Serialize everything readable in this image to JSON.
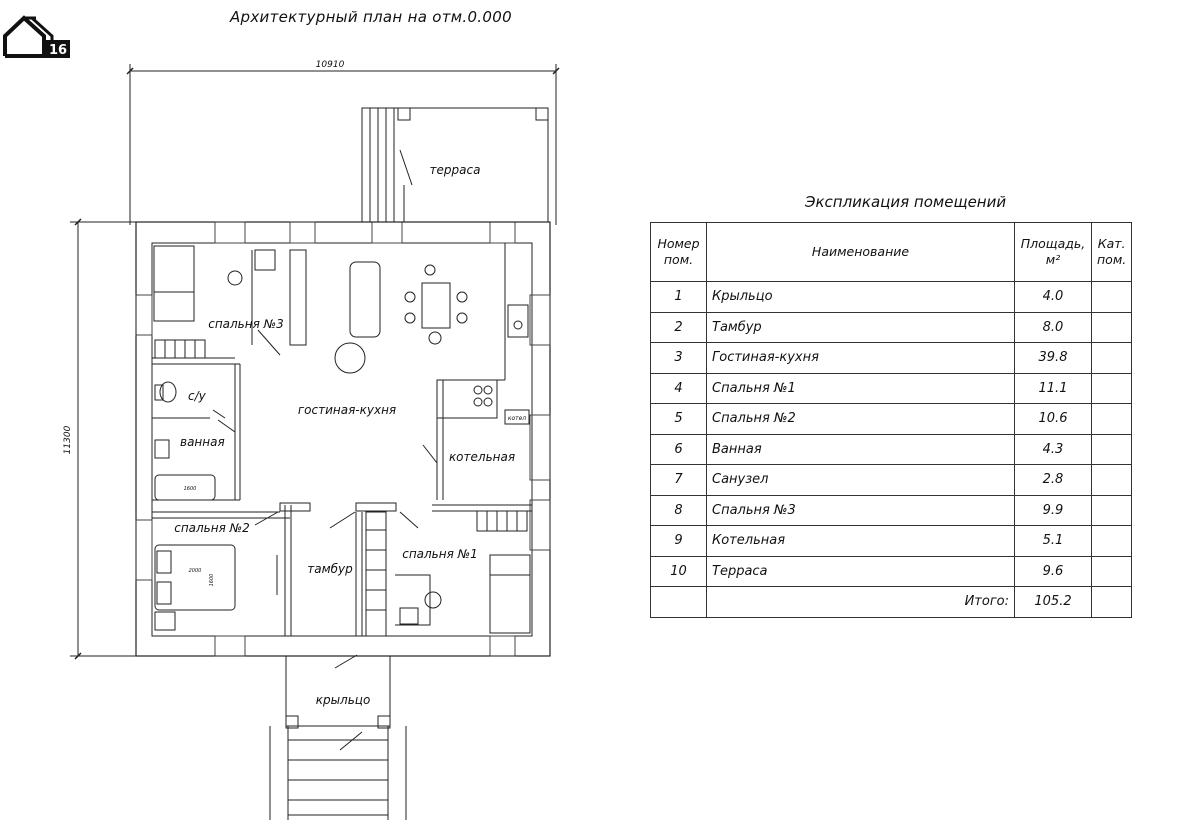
{
  "plan": {
    "title": "Архитектурный план на отм.0.000",
    "dimensions": {
      "width": "10910",
      "height": "11300"
    },
    "rooms": {
      "terrace": "терраса",
      "bedroom3": "спальня №3",
      "living_kitchen": "гостиная-кухня",
      "wc": "с/у",
      "bathroom": "ванная",
      "boiler": "котельная",
      "bedroom2": "спальня №2",
      "vestibule": "тамбур",
      "bedroom1": "спальня №1",
      "porch": "крыльцо"
    },
    "small_labels": {
      "boiler_unit": "котел",
      "bath_size": "1600",
      "bed_w": "2000",
      "bed_h": "1600"
    }
  },
  "logo": {
    "number": "16"
  },
  "explication": {
    "title": "Экспликация помещений",
    "headers": {
      "number": "Номер пом.",
      "name": "Наименование",
      "area": "Площадь, м²",
      "category": "Кат. пом."
    },
    "rows": [
      {
        "n": "1",
        "name": "Крыльцо",
        "area": "4.0",
        "cat": ""
      },
      {
        "n": "2",
        "name": "Тамбур",
        "area": "8.0",
        "cat": ""
      },
      {
        "n": "3",
        "name": "Гостиная-кухня",
        "area": "39.8",
        "cat": ""
      },
      {
        "n": "4",
        "name": "Спальня №1",
        "area": "11.1",
        "cat": ""
      },
      {
        "n": "5",
        "name": "Спальня №2",
        "area": "10.6",
        "cat": ""
      },
      {
        "n": "6",
        "name": "Ванная",
        "area": "4.3",
        "cat": ""
      },
      {
        "n": "7",
        "name": "Санузел",
        "area": "2.8",
        "cat": ""
      },
      {
        "n": "8",
        "name": "Спальня №3",
        "area": "9.9",
        "cat": ""
      },
      {
        "n": "9",
        "name": "Котельная",
        "area": "5.1",
        "cat": ""
      },
      {
        "n": "10",
        "name": "Терраса",
        "area": "9.6",
        "cat": ""
      }
    ],
    "total": {
      "label": "Итого:",
      "value": "105.2"
    }
  }
}
